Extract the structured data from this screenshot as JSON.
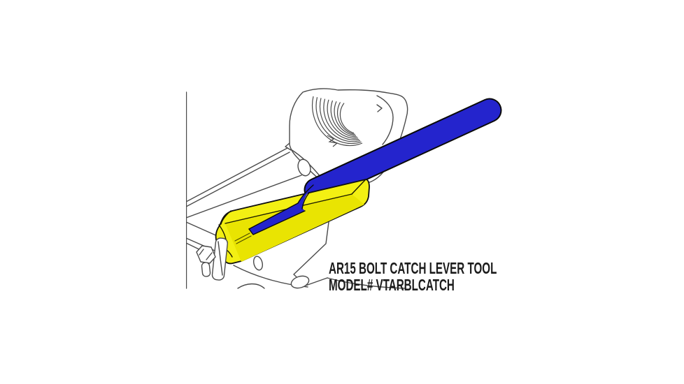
{
  "product_image": {
    "caption_line1": "AR15 BOLT CATCH LEVER TOOL",
    "caption_line2": "MODEL# VTARBLCATCH",
    "colors": {
      "tool-body": "#f3f013",
      "tool-body-shade": "#e9e402",
      "punch-rod": "#2424cd",
      "line-art": "#4a4a4a",
      "caption-text": "#1b1b1b",
      "background": "#ffffff"
    },
    "parts": {
      "receiver": "ar15-lower-receiver-line-drawing",
      "threads": "buffer-tube-thread-rings",
      "tool_body": "bolt-catch-lever-tool-block",
      "rod": "tool-punch-rod"
    }
  }
}
